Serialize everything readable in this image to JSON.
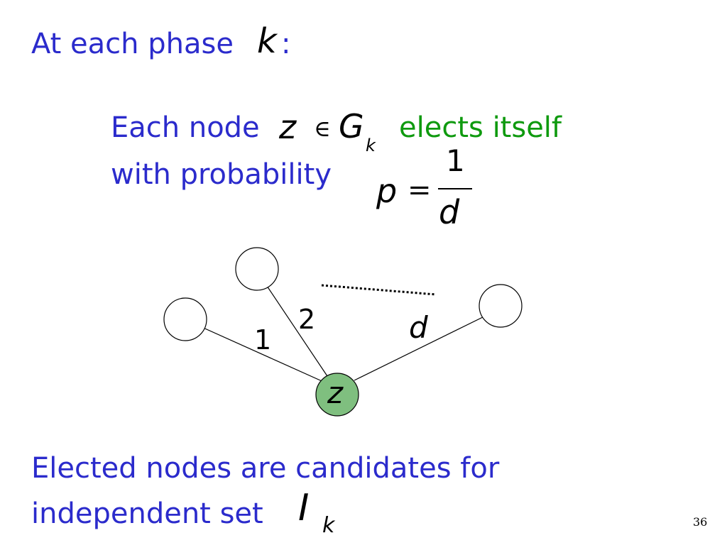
{
  "heading": {
    "text": "At each phase",
    "variable": "k",
    "colon": ":"
  },
  "statement": {
    "line1_prefix": "Each node",
    "node_var": "z",
    "member_symbol": "∈",
    "set_var": "G",
    "set_subscript": "k",
    "line1_suffix": "elects itself",
    "line2": "with probability",
    "prob_var": "p",
    "equals": "=",
    "numerator": "1",
    "denominator": "d"
  },
  "graph": {
    "center_label": "z",
    "edge_labels": [
      "1",
      "2",
      "d"
    ]
  },
  "footer": {
    "line1": "Elected nodes are candidates for",
    "line2": "independent set",
    "set_var": "I",
    "set_subscript": "k"
  },
  "page_number": "36",
  "colors": {
    "text_blue": "#2b2bcc",
    "highlight_green": "#0f9a0f",
    "node_fill": "#7fbf7f"
  }
}
